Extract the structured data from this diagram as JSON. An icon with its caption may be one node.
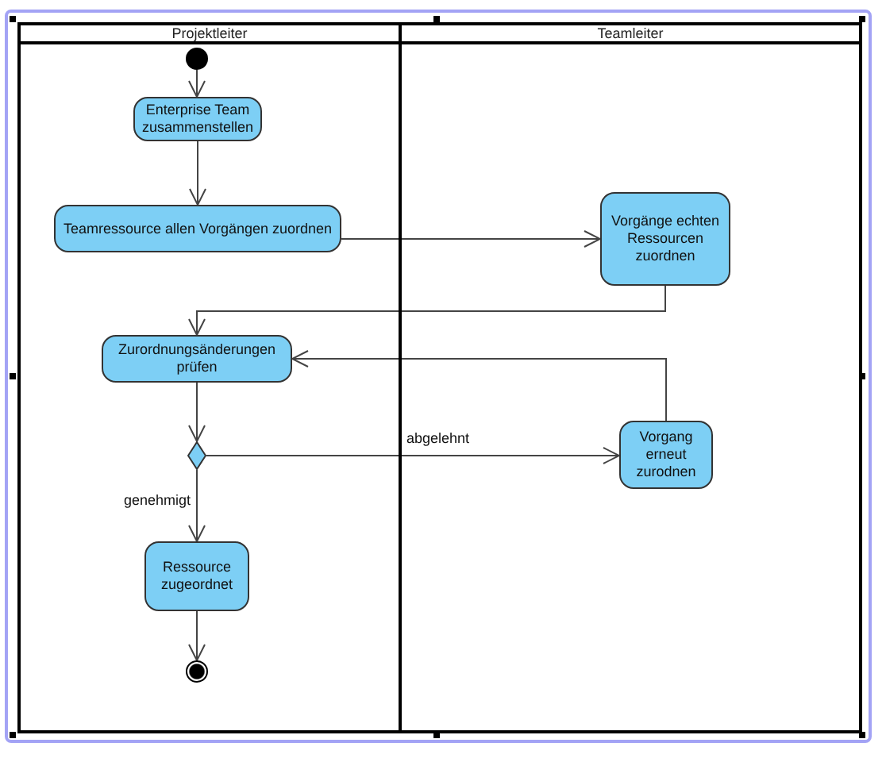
{
  "diagram": {
    "nodes": [
      {
        "text": [
          "Projektleiter"
        ]
      },
      {
        "text": [
          "Teamleiter"
        ]
      },
      {
        "text": [],
        "shape": "circle",
        "in": 0
      },
      {
        "text": [
          "Enterprise Team zusammenstellen"
        ],
        "in": 0
      },
      {
        "text": [
          "Teamressource allen Vorgängen zuordnen"
        ],
        "in": 0
      },
      {
        "text": [
          "Vorgänge echten Ressourcen zuordnen"
        ],
        "in": 1
      },
      {
        "text": [
          "Zurordnungsänderungen prüfen"
        ],
        "in": 0
      },
      {
        "text": [],
        "shape": "diamond",
        "in": 0
      },
      {
        "text": [
          "Vorgang erneut zurodnen"
        ],
        "in": 1
      },
      {
        "text": [
          "Ressource zugeordnet"
        ],
        "in": 0
      },
      {
        "text": [],
        "shape": "bullseye",
        "in": 0
      }
    ],
    "edges": [
      {
        "from": 2,
        "to": 3,
        "arrow": "to"
      },
      {
        "from": 3,
        "to": 4,
        "arrow": "to"
      },
      {
        "from": 4,
        "to": 5,
        "arrow": "to"
      },
      {
        "from": 5,
        "to": 6,
        "arrow": "to"
      },
      {
        "from": 6,
        "to": 7,
        "arrow": "to"
      },
      {
        "from": 7,
        "to": 8,
        "arrow": "to",
        "label": "abgelehnt"
      },
      {
        "from": 8,
        "to": 6,
        "arrow": "to"
      },
      {
        "from": 7,
        "to": 9,
        "arrow": "to",
        "label": "genehmigt"
      },
      {
        "from": 9,
        "to": 10,
        "arrow": "to"
      }
    ]
  }
}
